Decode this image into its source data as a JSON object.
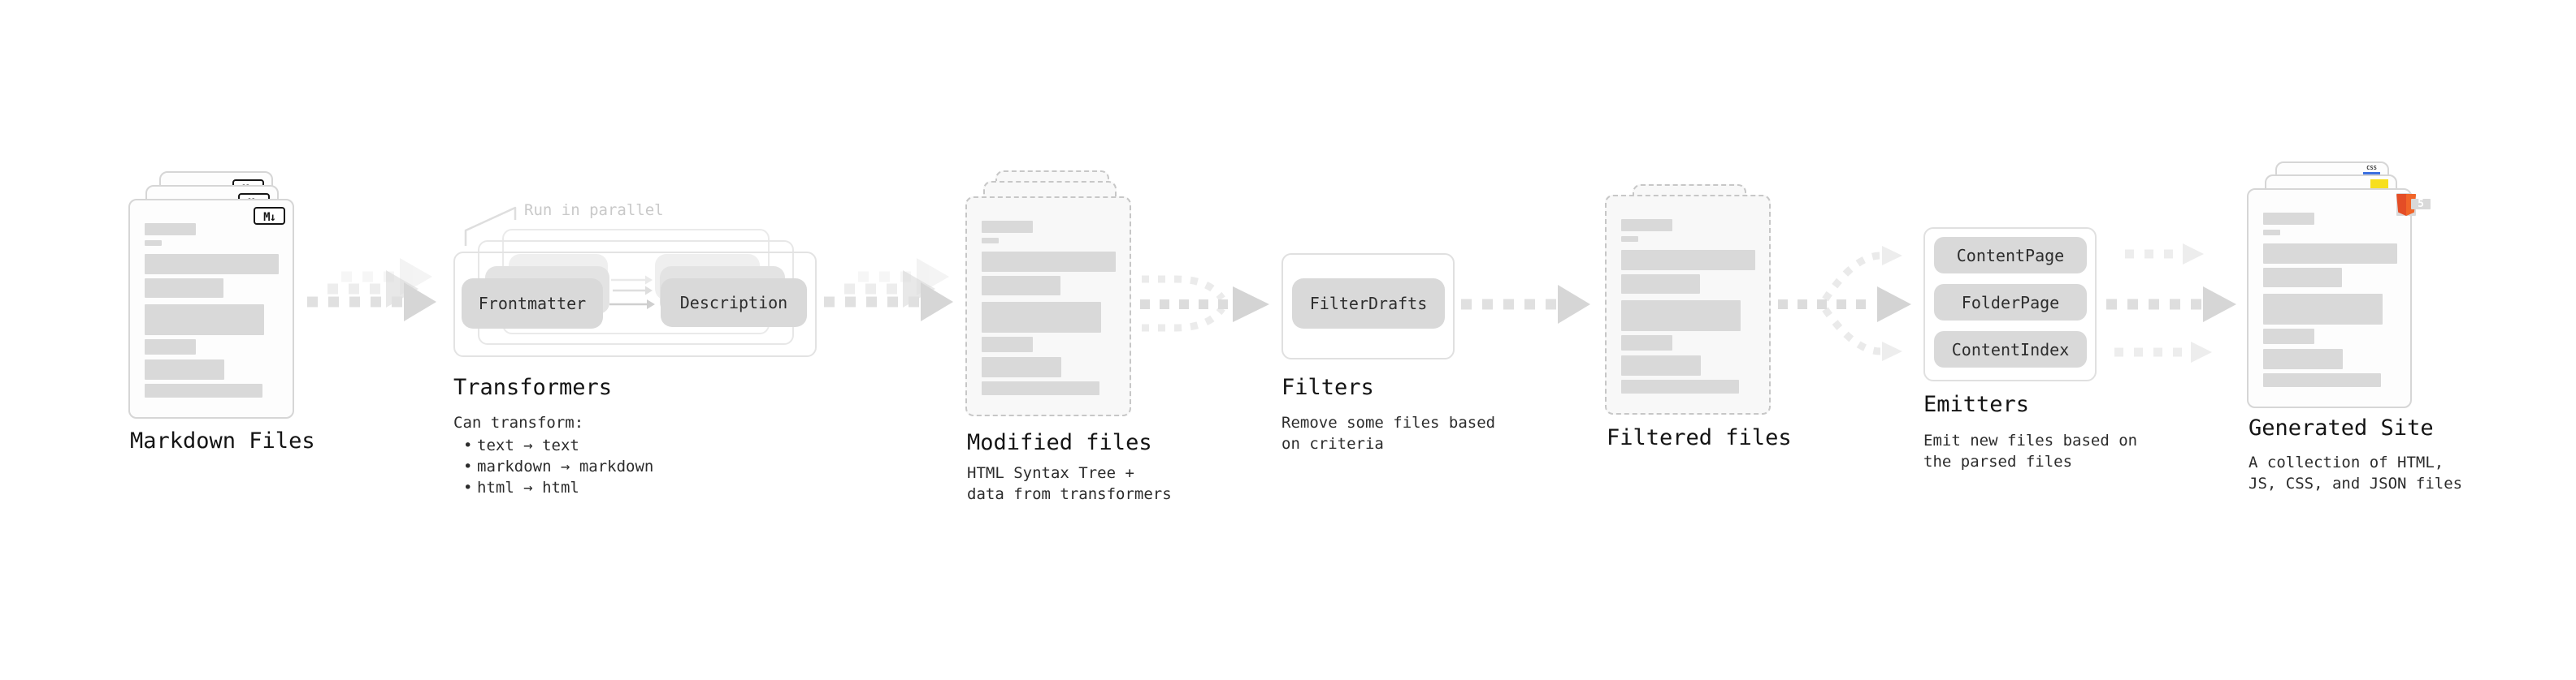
{
  "stages": {
    "markdown_files": {
      "title": "Markdown Files",
      "badge": "M↓"
    },
    "transformers": {
      "callout": "Run in parallel",
      "frontmatter_label": "Frontmatter",
      "description_label": "Description",
      "title": "Transformers",
      "desc_intro": "Can transform:",
      "bullet_char": "•",
      "bullets": [
        "text → text",
        "markdown → markdown",
        "html → html"
      ]
    },
    "modified_files": {
      "title": "Modified files",
      "desc_line1": "HTML Syntax Tree +",
      "desc_line2": "data from transformers"
    },
    "filters": {
      "title": "Filters",
      "filter_label": "FilterDrafts",
      "desc_line1": "Remove some files based",
      "desc_line2": "on criteria"
    },
    "filtered_files": {
      "title": "Filtered files"
    },
    "emitters": {
      "title": "Emitters",
      "emitter_labels": [
        "ContentPage",
        "FolderPage",
        "ContentIndex"
      ],
      "desc_line1": "Emit new files based on",
      "desc_line2": "the parsed files"
    },
    "generated_site": {
      "title": "Generated Site",
      "desc_line1": "A collection of HTML,",
      "desc_line2": "JS, CSS, and JSON files",
      "css_badge": "CSS",
      "html_badge": "HTML",
      "html_badge_number": "5"
    }
  },
  "colors": {
    "html5_orange": "#e44d26",
    "html5_orange_light": "#f16529",
    "js_yellow": "#f7df1e",
    "css_blue": "#3b6fe0"
  }
}
